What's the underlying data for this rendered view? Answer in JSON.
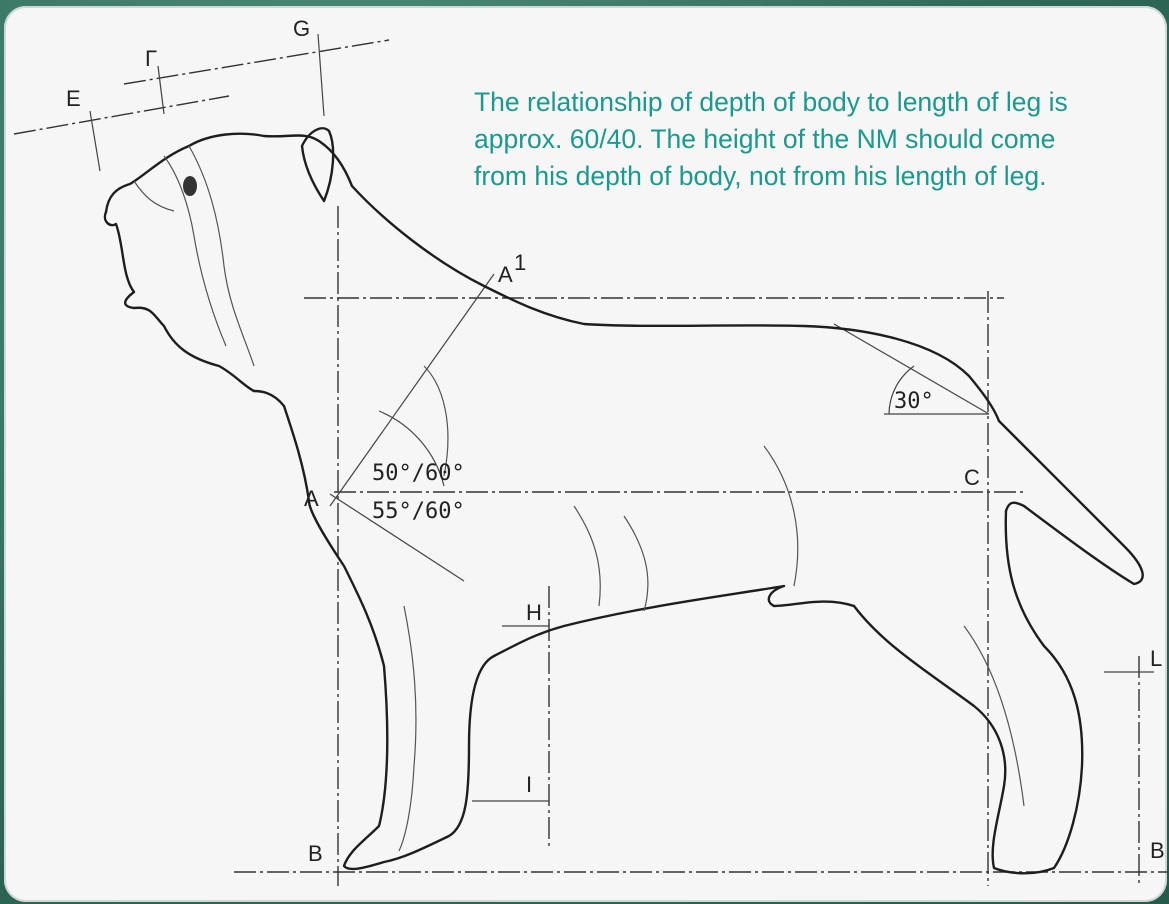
{
  "caption": "The relationship of depth of body to length of leg is approx. 60/40. The height of the NM should come from his depth of body, not from his length of leg.",
  "labels": {
    "g": "G",
    "gamma": "Γ",
    "e_top": "E",
    "a1": "A",
    "a1_sup": "1",
    "a": "A",
    "c": "C",
    "h": "H",
    "i": "I",
    "b": "B",
    "l": "L",
    "b_right": "B"
  },
  "angles": {
    "tail": "30°",
    "shoulder_upper": "50°/60°",
    "shoulder_lower": "55°/60°"
  },
  "colors": {
    "caption": "#1a9a8e",
    "border": "#3f7a6a",
    "panel": "#f6f6f6"
  }
}
